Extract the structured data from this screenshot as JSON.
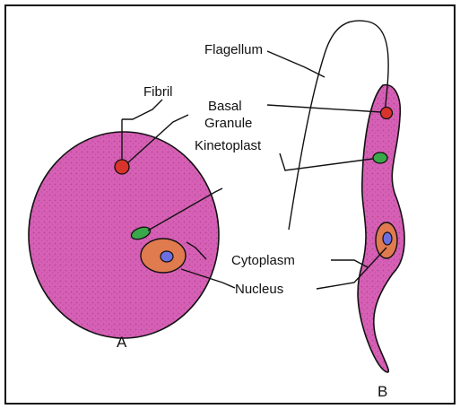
{
  "labels": {
    "flagellum": "Flagellum",
    "fibril": "Fibril",
    "basal_line1": "Basal",
    "basal_line2": "Granule",
    "kinetoplast": "Kinetoplast",
    "cytoplasm": "Cytoplasm",
    "nucleus": "Nucleus",
    "cell_a": "A",
    "cell_b": "B"
  },
  "colors": {
    "cytoplasm": "#d45bb0",
    "cytoplasm_dark": "#b8478f",
    "basal_granule": "#d9342b",
    "kinetoplast": "#3aa84a",
    "nucleus_outer": "#e07a4f",
    "nucleus_inner": "#6b6fe0",
    "outline": "#111111"
  }
}
